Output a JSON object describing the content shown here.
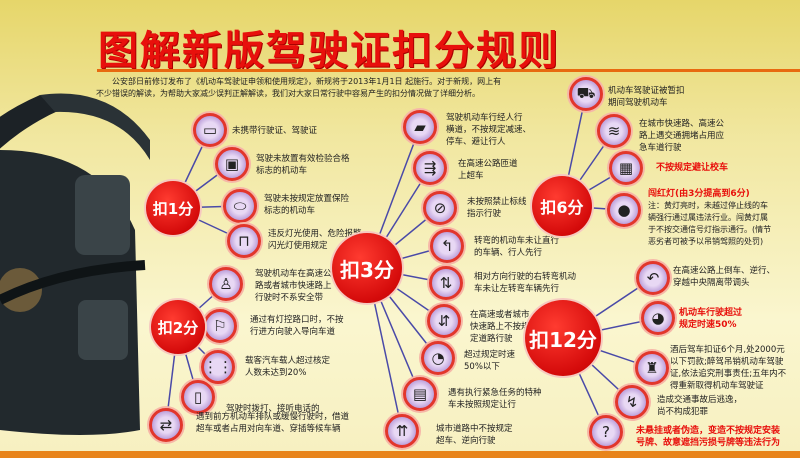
{
  "header": {
    "title": "图解新版驾驶证扣分规则",
    "intro": "公安部日前修订发布了《机动车驾驶证申领和使用规定》，新规将于2013年1月1日 起施行。对于新规，网上有不少错误的解读，为帮助大家减少误判正解解读，我们对大家日常行驶中容易产生的扣分情况做了详细分析。"
  },
  "colors": {
    "title": "#e8100c",
    "hub": "#d50b0b",
    "line": "#4a4aa8",
    "background": "#f1e7a0",
    "accent_bar": "#e8841a"
  },
  "groups": [
    {
      "label": "扣1分",
      "items": [
        {
          "text": "未携带行驶证、驾驶证",
          "icon": "license-card-icon"
        },
        {
          "text": "驾驶未放置有效检验合格\n标志的机动车",
          "icon": "inspection-sticker-icon"
        },
        {
          "text": "驾驶未按规定放置保险\n标志的机动车",
          "icon": "insurance-sticker-icon"
        },
        {
          "text": "违反灯光使用、危险报警\n闪光灯使用规定",
          "icon": "headlight-icon"
        }
      ]
    },
    {
      "label": "扣2分",
      "items": [
        {
          "text": "驾驶机动车在高速公\n路或者城市快速路上\n行驶时不系安全带",
          "icon": "seatbelt-icon"
        },
        {
          "text": "通过有灯控路口时，不按\n行进方向驶入导向车道",
          "icon": "traffic-light-icon"
        },
        {
          "text": "载客汽车载人超过核定\n人数未达到20%",
          "icon": "passengers-icon"
        },
        {
          "text": "驾驶时拨打、接听电话的",
          "icon": "phone-icon"
        },
        {
          "text": "遇到前方机动车排队或缓慢行驶时，借道\n超车或者占用对向车道、穿插等候车辆",
          "icon": "queue-cutting-icon"
        }
      ]
    },
    {
      "label": "扣3分",
      "items": [
        {
          "text": "驾驶机动车行经人行\n横道，不按规定减速、\n停车、避让行人",
          "icon": "crosswalk-icon"
        },
        {
          "text": "在高速公路匝道\n上超车",
          "icon": "ramp-overtake-icon"
        },
        {
          "text": "未按照禁止标线\n指示行驶",
          "icon": "no-entry-sign-icon"
        },
        {
          "text": "转弯的机动车未让直行\n的车辆、行人先行",
          "icon": "turning-car-icon"
        },
        {
          "text": "相对方向行驶的右转弯机动\n车未让左转弯车辆先行",
          "icon": "opposite-cars-icon"
        },
        {
          "text": "在高速或者城市\n快速路上不按规\n定道路行驶",
          "icon": "lane-change-icon"
        },
        {
          "text": "超过规定时速\n50%以下",
          "icon": "speedometer-icon"
        },
        {
          "text": "遇有执行紧急任务的特种\n车未按照规定让行",
          "icon": "emergency-vehicle-icon"
        },
        {
          "text": "城市道路中不按规定\n超车、逆向行驶",
          "icon": "wrong-way-icon"
        }
      ]
    },
    {
      "label": "扣6分",
      "items": [
        {
          "text": "机动车驾驶证被暂扣\n期间驾驶机动车",
          "icon": "suspended-license-car-icon"
        },
        {
          "text": "在城市快速路、高速公\n路上遇交通拥堵占用应\n急车道行驶",
          "icon": "emergency-lane-icon"
        },
        {
          "text": "不按规定避让校车",
          "icon": "school-bus-icon",
          "red": true
        },
        {
          "text": "闯红灯(由3分提高到6分)",
          "note": "注：黄灯亮时，未越过停止线的车\n辆强行通过属违法行业。闯黄灯属\n于不按交通信号灯指示通行。(情节\n恶劣者可被予以吊销驾照的处罚)",
          "icon": "red-light-icon",
          "red": true
        }
      ]
    },
    {
      "label": "扣12分",
      "items": [
        {
          "text": "在高速公路上倒车、逆行、\n穿越中央隔离带调头",
          "icon": "reversing-icon"
        },
        {
          "text": "机动车行驶超过\n规定时速50%",
          "icon": "speedometer-50-icon",
          "red": true
        },
        {
          "text": "酒后驾车扣证6个月,处2000元\n以下罚款;醉驾吊销机动车驾驶\n证,依法追究刑事责任;五年内不\n得重新取得机动车驾驶证",
          "icon": "alcohol-bottle-icon"
        },
        {
          "text": "造成交通事故后逃逸，\n尚不构成犯罪",
          "icon": "hit-and-run-icon"
        },
        {
          "text": "未悬挂或者伪造，变造不按规定安装\n号牌、故意遮挡污损号牌等违法行为",
          "icon": "license-plate-icon",
          "red": true
        }
      ]
    }
  ]
}
